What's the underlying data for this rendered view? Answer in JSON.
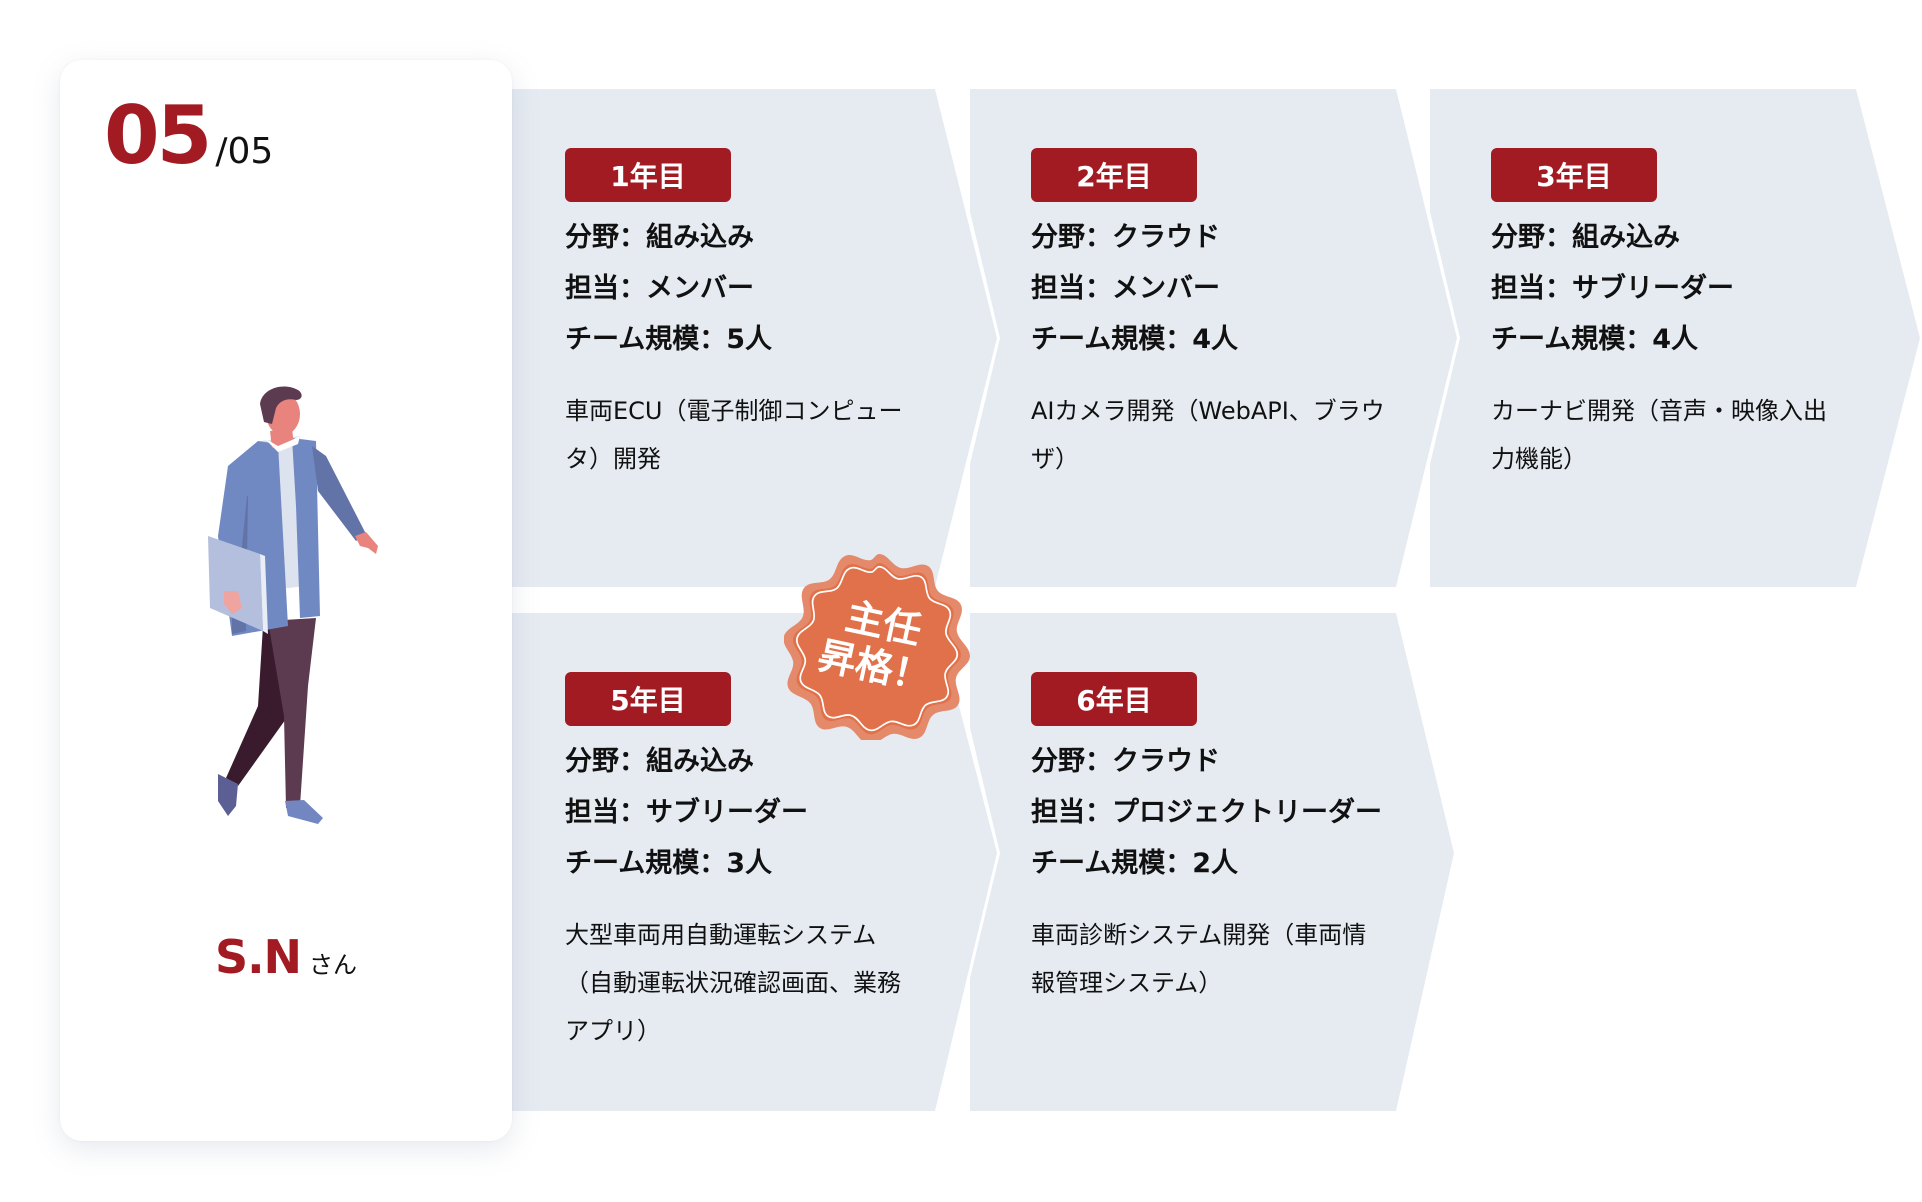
{
  "counter": {
    "current": "05",
    "total": "/05"
  },
  "profile": {
    "initials": "S.N",
    "suffix": "さん",
    "illustration": "walking-person-with-laptop"
  },
  "colors": {
    "accent": "#A31B22",
    "panel_bg": "#E6EBF2",
    "badge": "#E0714A",
    "badge_ring": "#E48A6A"
  },
  "badge": {
    "line1": "主任",
    "line2": "昇格！",
    "icon": "scalloped-seal-badge"
  },
  "timeline": [
    {
      "year": "1年目",
      "field": "分野：組み込み",
      "role": "担当：メンバー",
      "team": "チーム規模：5人",
      "description": "車両ECU（電子制御コンピュータ）開発"
    },
    {
      "year": "2年目",
      "field": "分野：クラウド",
      "role": "担当：メンバー",
      "team": "チーム規模：4人",
      "description": "AIカメラ開発（WebAPI、ブラウザ）"
    },
    {
      "year": "3年目",
      "field": "分野：組み込み",
      "role": "担当：サブリーダー",
      "team": "チーム規模：4人",
      "description": "カーナビ開発（音声・映像入出力機能）"
    },
    {
      "year": "5年目",
      "field": "分野：組み込み",
      "role": "担当：サブリーダー",
      "team": "チーム規模：3人",
      "description": "大型車両用自動運転システム（自動運転状況確認画面、業務アプリ）"
    },
    {
      "year": "6年目",
      "field": "分野：クラウド",
      "role": "担当：プロジェクトリーダー",
      "team": "チーム規模：2人",
      "description": "車両診断システム開発（車両情報管理システム）"
    }
  ]
}
